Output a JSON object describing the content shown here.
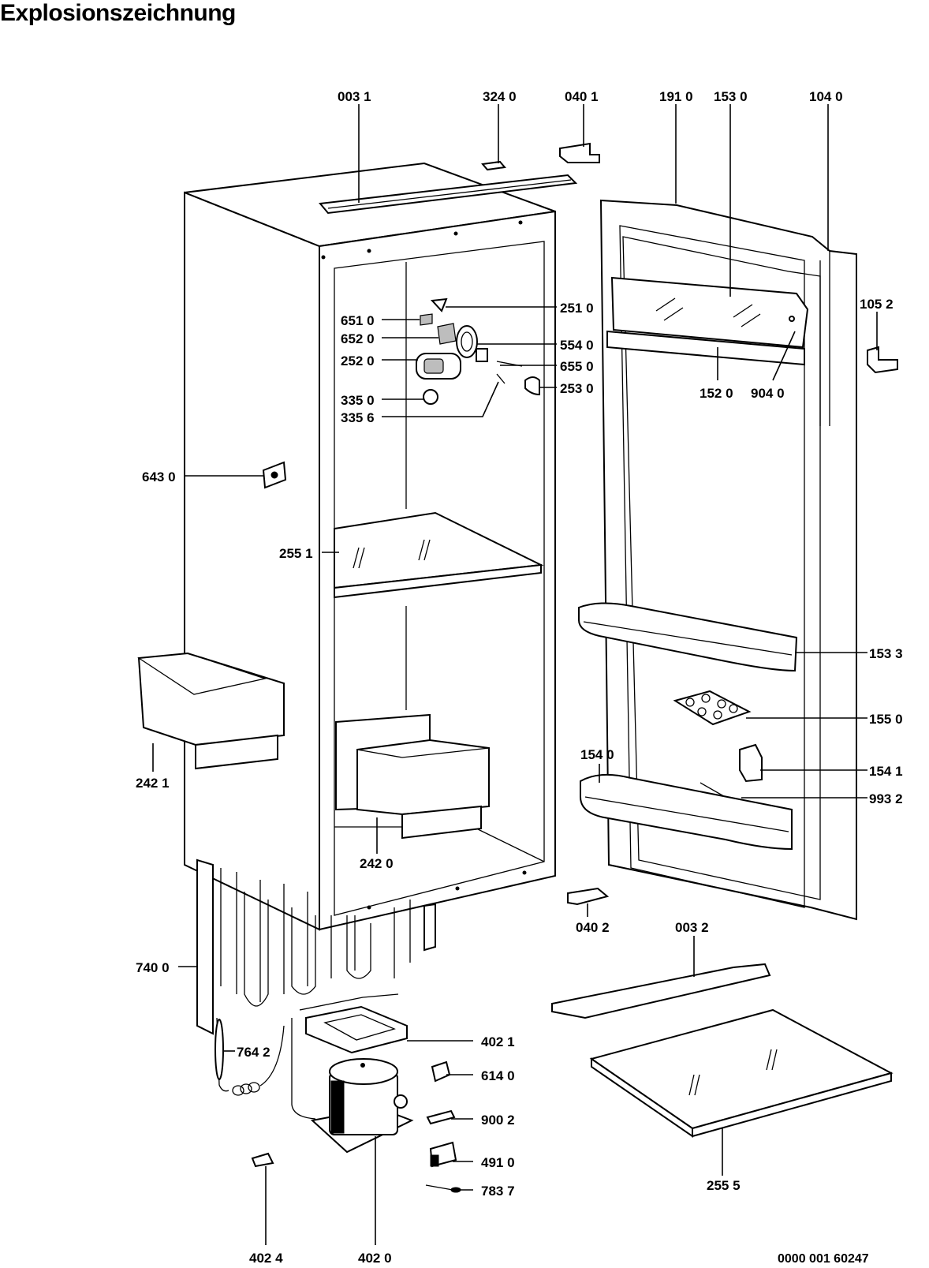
{
  "title": "Explosionszeichnung",
  "document_number": "0000 001 60247",
  "parts": [
    {
      "key": "p0031",
      "label": "003 1"
    },
    {
      "key": "p3240",
      "label": "324 0"
    },
    {
      "key": "p0401",
      "label": "040 1"
    },
    {
      "key": "p1910",
      "label": "191 0"
    },
    {
      "key": "p1530",
      "label": "153 0"
    },
    {
      "key": "p1040",
      "label": "104 0"
    },
    {
      "key": "p1052",
      "label": "105 2"
    },
    {
      "key": "p2510",
      "label": "251 0"
    },
    {
      "key": "p6510",
      "label": "651 0"
    },
    {
      "key": "p6520",
      "label": "652 0"
    },
    {
      "key": "p5540",
      "label": "554 0"
    },
    {
      "key": "p2520",
      "label": "252 0"
    },
    {
      "key": "p6550",
      "label": "655 0"
    },
    {
      "key": "p2530",
      "label": "253 0"
    },
    {
      "key": "p1520",
      "label": "152 0"
    },
    {
      "key": "p9040",
      "label": "904 0"
    },
    {
      "key": "p3350",
      "label": "335 0"
    },
    {
      "key": "p3356",
      "label": "335 6"
    },
    {
      "key": "p6430",
      "label": "643 0"
    },
    {
      "key": "p2551",
      "label": "255 1"
    },
    {
      "key": "p1533",
      "label": "153 3"
    },
    {
      "key": "p1550",
      "label": "155 0"
    },
    {
      "key": "p1540",
      "label": "154 0"
    },
    {
      "key": "p1541",
      "label": "154 1"
    },
    {
      "key": "p9932",
      "label": "993 2"
    },
    {
      "key": "p2421",
      "label": "242 1"
    },
    {
      "key": "p2420",
      "label": "242 0"
    },
    {
      "key": "p0402",
      "label": "040 2"
    },
    {
      "key": "p0032",
      "label": "003 2"
    },
    {
      "key": "p7400",
      "label": "740 0"
    },
    {
      "key": "p4021",
      "label": "402 1"
    },
    {
      "key": "p7642",
      "label": "764 2"
    },
    {
      "key": "p6140",
      "label": "614 0"
    },
    {
      "key": "p9002",
      "label": "900 2"
    },
    {
      "key": "p4910",
      "label": "491 0"
    },
    {
      "key": "p7837",
      "label": "783 7"
    },
    {
      "key": "p2555",
      "label": "255 5"
    },
    {
      "key": "p4024",
      "label": "402 4"
    },
    {
      "key": "p4020",
      "label": "402 0"
    }
  ]
}
